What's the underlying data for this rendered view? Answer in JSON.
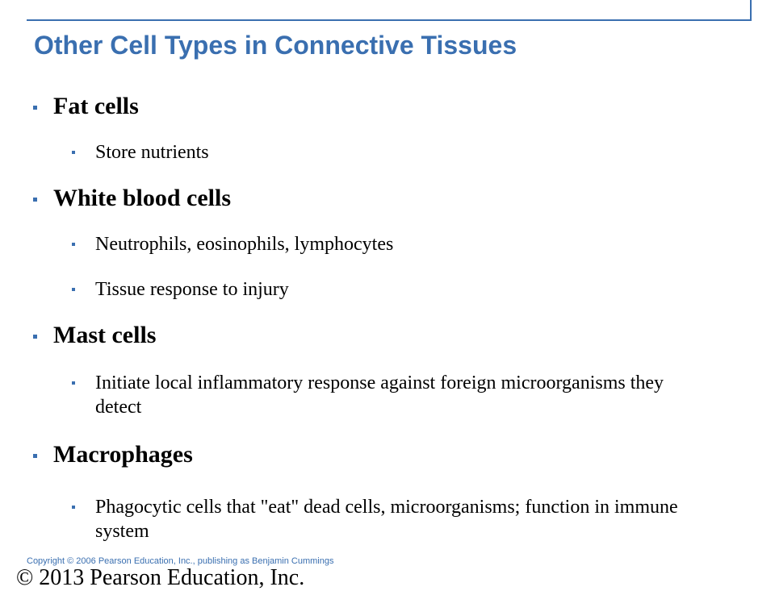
{
  "slide": {
    "title": "Other Cell Types in Connective Tissues",
    "items": [
      {
        "label": "Fat cells"
      },
      {
        "label": "Store nutrients"
      },
      {
        "label": "White blood cells"
      },
      {
        "label": "Neutrophils, eosinophils, lymphocytes"
      },
      {
        "label": "Tissue response to injury"
      },
      {
        "label": "Mast cells"
      },
      {
        "label": "Initiate local inflammatory response against foreign microorganisms they detect"
      },
      {
        "label": "Macrophages"
      },
      {
        "label": "Phagocytic cells that \"eat\" dead cells, microorganisms; function in immune system"
      }
    ]
  },
  "footer": {
    "copyright_small": "Copyright © 2006 Pearson Education, Inc., publishing as Benjamin Cummings",
    "copyright_large": "© 2013 Pearson Education, Inc."
  }
}
